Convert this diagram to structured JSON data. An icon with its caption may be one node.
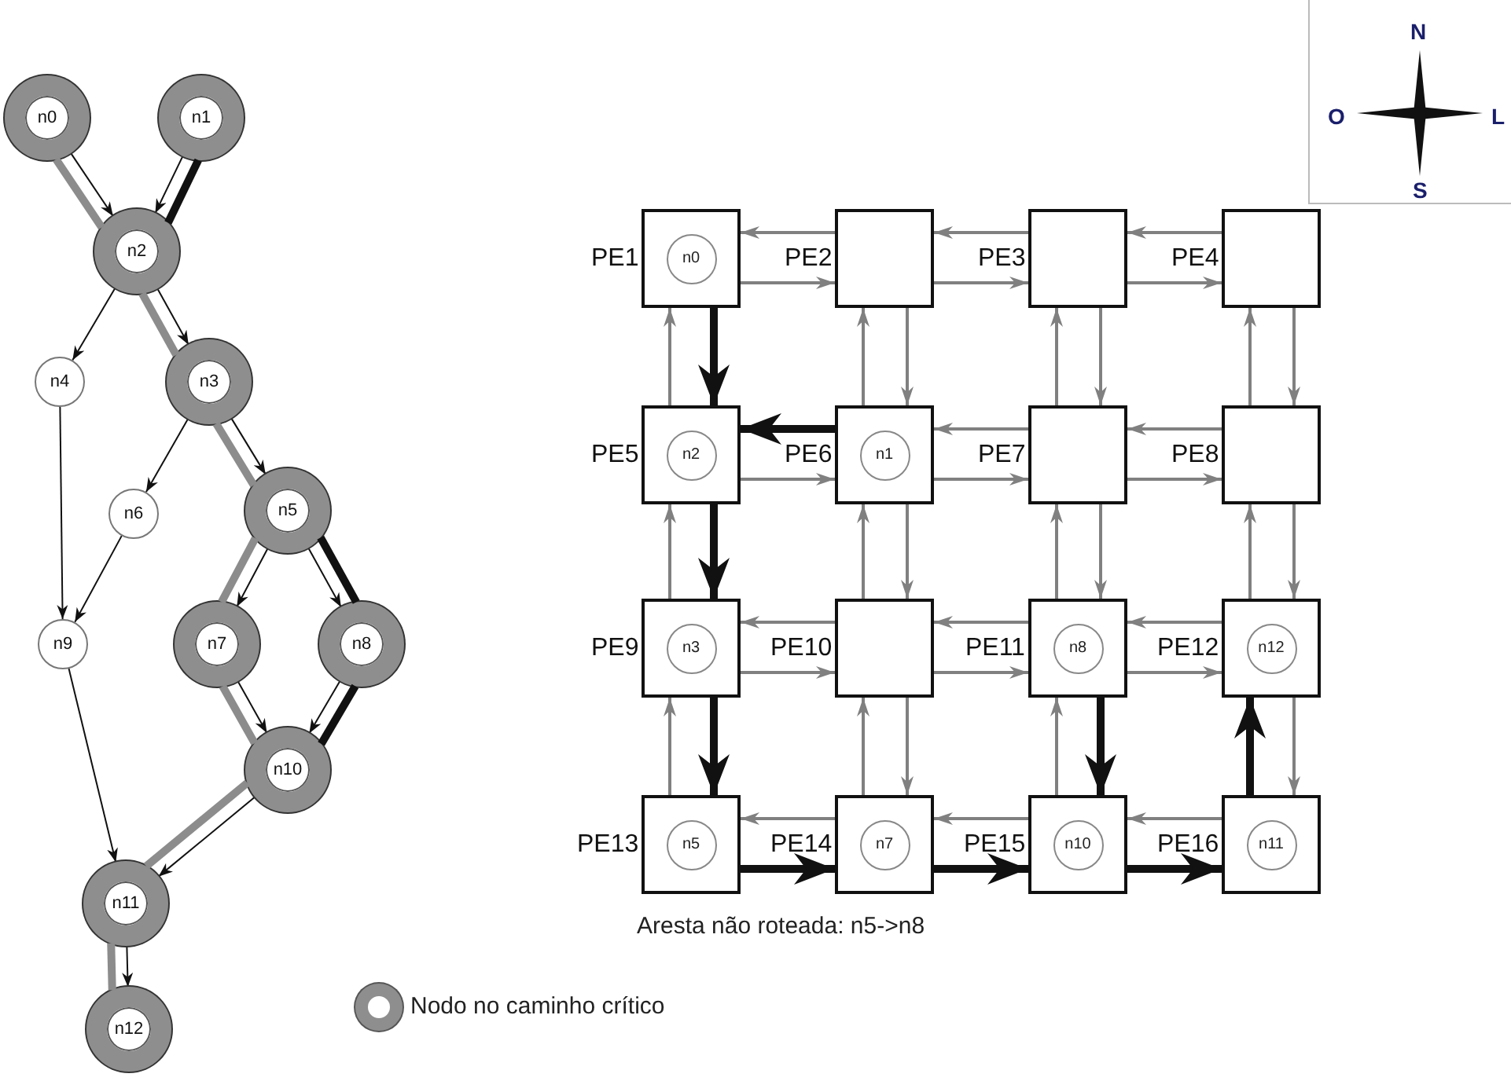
{
  "diagram": {
    "nodes": [
      {
        "text": [
          "n0"
        ]
      },
      {
        "text": [
          "n1"
        ]
      },
      {
        "text": [
          "n2"
        ]
      },
      {
        "text": [
          "n3"
        ]
      },
      {
        "text": [
          "n4"
        ]
      },
      {
        "text": [
          "n5"
        ]
      },
      {
        "text": [
          "n6"
        ]
      },
      {
        "text": [
          "n7"
        ]
      },
      {
        "text": [
          "n8"
        ]
      },
      {
        "text": [
          "n9"
        ]
      },
      {
        "text": [
          "n10"
        ]
      },
      {
        "text": [
          "n11"
        ]
      },
      {
        "text": [
          "n12"
        ]
      },
      {
        "text": [],
        "shape": "box",
        "beside": [
          "PE1"
        ]
      },
      {
        "text": [],
        "shape": "box",
        "beside": [
          "PE2"
        ]
      },
      {
        "text": [],
        "shape": "box",
        "beside": [
          "PE3"
        ]
      },
      {
        "text": [],
        "shape": "box",
        "beside": [
          "PE4"
        ]
      },
      {
        "text": [],
        "shape": "box",
        "beside": [
          "PE5"
        ]
      },
      {
        "text": [],
        "shape": "box",
        "beside": [
          "PE6"
        ]
      },
      {
        "text": [],
        "shape": "box",
        "beside": [
          "PE7"
        ]
      },
      {
        "text": [],
        "shape": "box",
        "beside": [
          "PE8"
        ]
      },
      {
        "text": [],
        "shape": "box",
        "beside": [
          "PE9"
        ]
      },
      {
        "text": [],
        "shape": "box",
        "beside": [
          "PE10"
        ]
      },
      {
        "text": [],
        "shape": "box",
        "beside": [
          "PE11"
        ]
      },
      {
        "text": [],
        "shape": "box",
        "beside": [
          "PE12"
        ]
      },
      {
        "text": [],
        "shape": "box",
        "beside": [
          "PE13"
        ]
      },
      {
        "text": [],
        "shape": "box",
        "beside": [
          "PE14"
        ]
      },
      {
        "text": [],
        "shape": "box",
        "beside": [
          "PE15"
        ]
      },
      {
        "text": [],
        "shape": "box",
        "beside": [
          "PE16"
        ]
      },
      {
        "text": [
          "n0"
        ],
        "in": 13
      },
      {
        "text": [
          "n2"
        ],
        "in": 17
      },
      {
        "text": [
          "n1"
        ],
        "in": 18
      },
      {
        "text": [
          "n3"
        ],
        "in": 21
      },
      {
        "text": [
          "n8"
        ],
        "in": 23
      },
      {
        "text": [
          "n12"
        ],
        "in": 24
      },
      {
        "text": [
          "n5"
        ],
        "in": 25
      },
      {
        "text": [
          "n7"
        ],
        "in": 26
      },
      {
        "text": [
          "n10"
        ],
        "in": 27
      },
      {
        "text": [
          "n11"
        ],
        "in": 28
      }
    ],
    "edges": [
      {
        "from": 0,
        "to": 2,
        "arrow": "to",
        "color": "#111111"
      },
      {
        "from": 1,
        "to": 2,
        "arrow": "to",
        "color": "#111111"
      },
      {
        "from": 2,
        "to": 4,
        "arrow": "to",
        "color": "#111111"
      },
      {
        "from": 2,
        "to": 3,
        "arrow": "to",
        "color": "#111111"
      },
      {
        "from": 3,
        "to": 6,
        "arrow": "to",
        "color": "#111111"
      },
      {
        "from": 3,
        "to": 5,
        "arrow": "to",
        "color": "#111111"
      },
      {
        "from": 4,
        "to": 9,
        "arrow": "to",
        "color": "#111111"
      },
      {
        "from": 6,
        "to": 9,
        "arrow": "to",
        "color": "#111111"
      },
      {
        "from": 5,
        "to": 7,
        "arrow": "to",
        "color": "#111111"
      },
      {
        "from": 5,
        "to": 8,
        "arrow": "to",
        "color": "#111111"
      },
      {
        "from": 7,
        "to": 10,
        "arrow": "to",
        "color": "#111111"
      },
      {
        "from": 8,
        "to": 10,
        "arrow": "to",
        "color": "#111111"
      },
      {
        "from": 9,
        "to": 11,
        "arrow": "to",
        "color": "#111111"
      },
      {
        "from": 10,
        "to": 11,
        "arrow": "to",
        "color": "#111111"
      },
      {
        "from": 11,
        "to": 12,
        "arrow": "to",
        "color": "#111111"
      },
      {
        "from": 0,
        "to": 2,
        "arrow": "none",
        "style": "thick",
        "color": "#8c8c8c"
      },
      {
        "from": 2,
        "to": 3,
        "arrow": "none",
        "style": "thick",
        "color": "#8c8c8c"
      },
      {
        "from": 3,
        "to": 5,
        "arrow": "none",
        "style": "thick",
        "color": "#8c8c8c"
      },
      {
        "from": 5,
        "to": 7,
        "arrow": "none",
        "style": "thick",
        "color": "#8c8c8c"
      },
      {
        "from": 7,
        "to": 10,
        "arrow": "none",
        "style": "thick",
        "color": "#8c8c8c"
      },
      {
        "from": 10,
        "to": 11,
        "arrow": "none",
        "style": "thick",
        "color": "#8c8c8c"
      },
      {
        "from": 11,
        "to": 12,
        "arrow": "none",
        "style": "thick",
        "color": "#8c8c8c"
      },
      {
        "from": 1,
        "to": 2,
        "arrow": "none",
        "style": "thick",
        "color": "#111111"
      },
      {
        "from": 5,
        "to": 8,
        "arrow": "none",
        "style": "thick",
        "color": "#111111"
      },
      {
        "from": 8,
        "to": 10,
        "arrow": "none",
        "style": "thick",
        "color": "#111111"
      },
      {
        "from": 14,
        "to": 13,
        "arrow": "to",
        "color": "#808080"
      },
      {
        "from": 13,
        "to": 14,
        "arrow": "to",
        "color": "#808080"
      },
      {
        "from": 15,
        "to": 14,
        "arrow": "to",
        "color": "#808080"
      },
      {
        "from": 14,
        "to": 15,
        "arrow": "to",
        "color": "#808080"
      },
      {
        "from": 16,
        "to": 15,
        "arrow": "to",
        "color": "#808080"
      },
      {
        "from": 15,
        "to": 16,
        "arrow": "to",
        "color": "#808080"
      },
      {
        "from": 18,
        "to": 17,
        "arrow": "to",
        "style": "thick",
        "color": "#111111"
      },
      {
        "from": 17,
        "to": 18,
        "arrow": "to",
        "color": "#808080"
      },
      {
        "from": 19,
        "to": 18,
        "arrow": "to",
        "color": "#808080"
      },
      {
        "from": 18,
        "to": 19,
        "arrow": "to",
        "color": "#808080"
      },
      {
        "from": 20,
        "to": 19,
        "arrow": "to",
        "color": "#808080"
      },
      {
        "from": 19,
        "to": 20,
        "arrow": "to",
        "color": "#808080"
      },
      {
        "from": 22,
        "to": 21,
        "arrow": "to",
        "color": "#808080"
      },
      {
        "from": 21,
        "to": 22,
        "arrow": "to",
        "color": "#808080"
      },
      {
        "from": 23,
        "to": 22,
        "arrow": "to",
        "color": "#808080"
      },
      {
        "from": 22,
        "to": 23,
        "arrow": "to",
        "color": "#808080"
      },
      {
        "from": 24,
        "to": 23,
        "arrow": "to",
        "color": "#808080"
      },
      {
        "from": 23,
        "to": 24,
        "arrow": "to",
        "color": "#808080"
      },
      {
        "from": 26,
        "to": 25,
        "arrow": "to",
        "color": "#808080"
      },
      {
        "from": 25,
        "to": 26,
        "arrow": "to",
        "style": "thick",
        "color": "#111111"
      },
      {
        "from": 27,
        "to": 26,
        "arrow": "to",
        "color": "#808080"
      },
      {
        "from": 26,
        "to": 27,
        "arrow": "to",
        "style": "thick",
        "color": "#111111"
      },
      {
        "from": 28,
        "to": 27,
        "arrow": "to",
        "color": "#808080"
      },
      {
        "from": 27,
        "to": 28,
        "arrow": "to",
        "style": "thick",
        "color": "#111111"
      },
      {
        "from": 17,
        "to": 13,
        "arrow": "to",
        "color": "#808080"
      },
      {
        "from": 13,
        "to": 17,
        "arrow": "to",
        "style": "thick",
        "color": "#111111"
      },
      {
        "from": 21,
        "to": 17,
        "arrow": "to",
        "color": "#808080"
      },
      {
        "from": 17,
        "to": 21,
        "arrow": "to",
        "style": "thick",
        "color": "#111111"
      },
      {
        "from": 25,
        "to": 21,
        "arrow": "to",
        "color": "#808080"
      },
      {
        "from": 21,
        "to": 25,
        "arrow": "to",
        "style": "thick",
        "color": "#111111"
      },
      {
        "from": 18,
        "to": 14,
        "arrow": "to",
        "color": "#808080"
      },
      {
        "from": 14,
        "to": 18,
        "arrow": "to",
        "color": "#808080"
      },
      {
        "from": 22,
        "to": 18,
        "arrow": "to",
        "color": "#808080"
      },
      {
        "from": 18,
        "to": 22,
        "arrow": "to",
        "color": "#808080"
      },
      {
        "from": 26,
        "to": 22,
        "arrow": "to",
        "color": "#808080"
      },
      {
        "from": 22,
        "to": 26,
        "arrow": "to",
        "color": "#808080"
      },
      {
        "from": 19,
        "to": 15,
        "arrow": "to",
        "color": "#808080"
      },
      {
        "from": 15,
        "to": 19,
        "arrow": "to",
        "color": "#808080"
      },
      {
        "from": 23,
        "to": 19,
        "arrow": "to",
        "color": "#808080"
      },
      {
        "from": 19,
        "to": 23,
        "arrow": "to",
        "color": "#808080"
      },
      {
        "from": 27,
        "to": 23,
        "arrow": "to",
        "color": "#808080"
      },
      {
        "from": 23,
        "to": 27,
        "arrow": "to",
        "style": "thick",
        "color": "#111111"
      },
      {
        "from": 20,
        "to": 16,
        "arrow": "to",
        "color": "#808080"
      },
      {
        "from": 16,
        "to": 20,
        "arrow": "to",
        "color": "#808080"
      },
      {
        "from": 24,
        "to": 20,
        "arrow": "to",
        "color": "#808080"
      },
      {
        "from": 20,
        "to": 24,
        "arrow": "to",
        "color": "#808080"
      },
      {
        "from": 28,
        "to": 24,
        "arrow": "to",
        "style": "thick",
        "color": "#111111"
      },
      {
        "from": 24,
        "to": 28,
        "arrow": "to",
        "color": "#808080"
      }
    ],
    "labels": [
      "N",
      "O",
      "L",
      "S",
      "Aresta não roteada: n5->n8"
    ],
    "legend": [
      {
        "text": "Nodo no caminho crítico"
      }
    ]
  }
}
